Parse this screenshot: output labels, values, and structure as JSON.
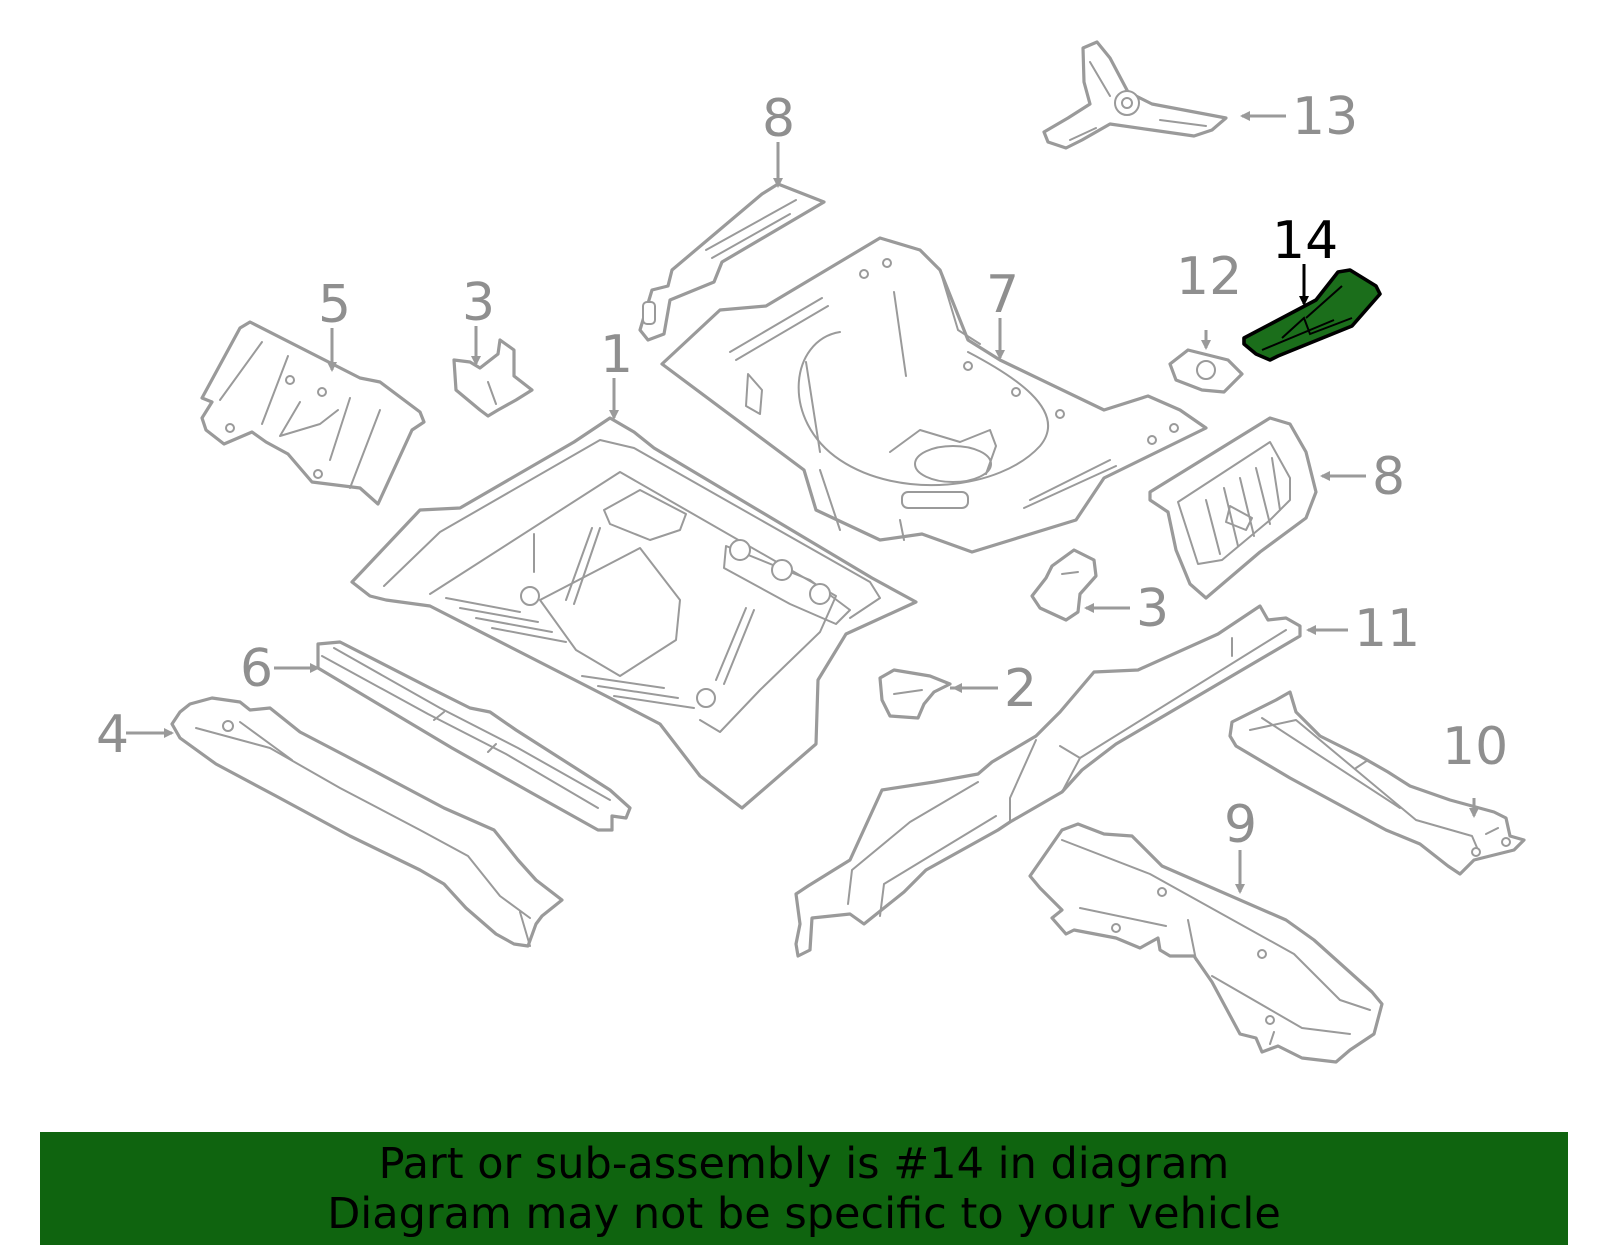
{
  "diagram": {
    "highlight_color": "#1b6e1b",
    "line_color": "#9a9a9a",
    "callouts": {
      "c1": "1",
      "c2": "2",
      "c3a": "3",
      "c3b": "3",
      "c4": "4",
      "c5": "5",
      "c6": "6",
      "c7": "7",
      "c8a": "8",
      "c8b": "8",
      "c9": "9",
      "c10": "10",
      "c11": "11",
      "c12": "12",
      "c13": "13",
      "c14": "14"
    }
  },
  "banner": {
    "background": "#0f640f",
    "line1": "Part or sub-assembly is #14 in diagram",
    "line2": "Diagram may not be specific to your vehicle"
  }
}
